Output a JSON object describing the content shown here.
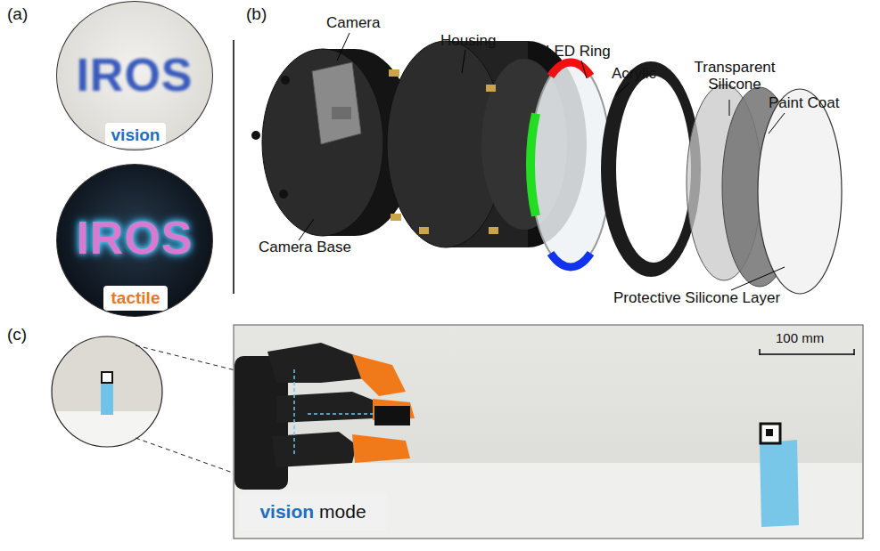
{
  "diagram": {
    "nodes": [
      {
        "text": [
          "IROS"
        ]
      },
      {
        "text": [
          "vision"
        ],
        "in": 0
      },
      {
        "text": [
          "IROS"
        ]
      },
      {
        "text": [
          "tactile"
        ],
        "in": 2
      },
      {
        "text": [
          "vision",
          "mode"
        ]
      }
    ],
    "labels": [
      "(a)",
      "(b)",
      "Camera",
      "Housing",
      "LED Ring",
      "Acrylic",
      "Transparent Silicone",
      "Paint Coat",
      "Camera Base",
      "Protective Silicone Layer",
      "(c)",
      "100 mm"
    ]
  }
}
